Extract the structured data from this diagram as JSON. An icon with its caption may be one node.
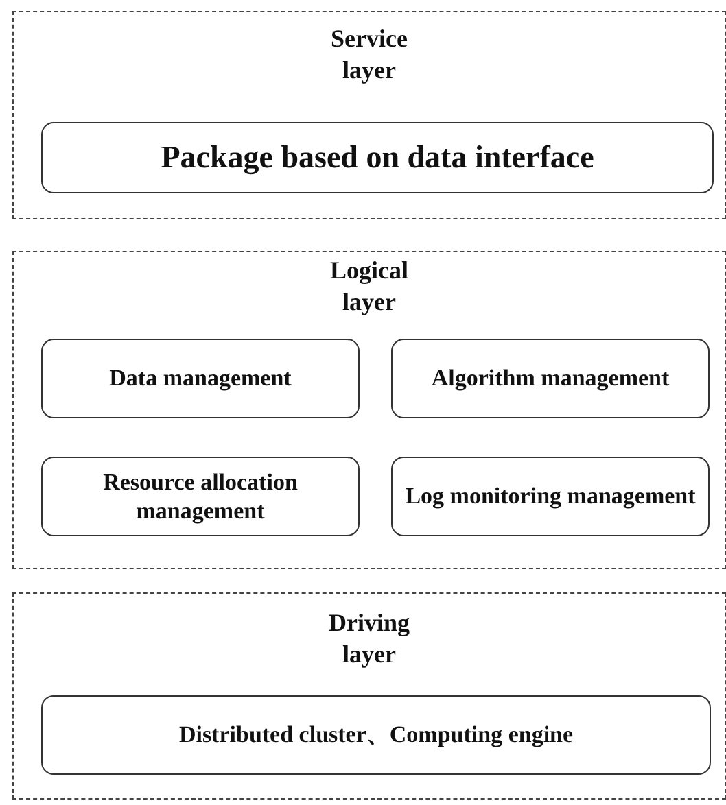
{
  "diagram": {
    "nodes": [
      {
        "text": [
          "Service layer"
        ]
      },
      {
        "text": [
          "Package based on data interface"
        ],
        "in": 0
      },
      {
        "text": [
          "Logical layer"
        ]
      },
      {
        "text": [
          "Data management"
        ],
        "in": 2
      },
      {
        "text": [
          "Algorithm management"
        ],
        "in": 2
      },
      {
        "text": [
          "Resource allocation management"
        ],
        "in": 2
      },
      {
        "text": [
          "Log monitoring management"
        ],
        "in": 2
      },
      {
        "text": [
          "Driving layer"
        ]
      },
      {
        "text": [
          "Distributed cluster、Computing engine"
        ],
        "in": 7
      }
    ]
  }
}
